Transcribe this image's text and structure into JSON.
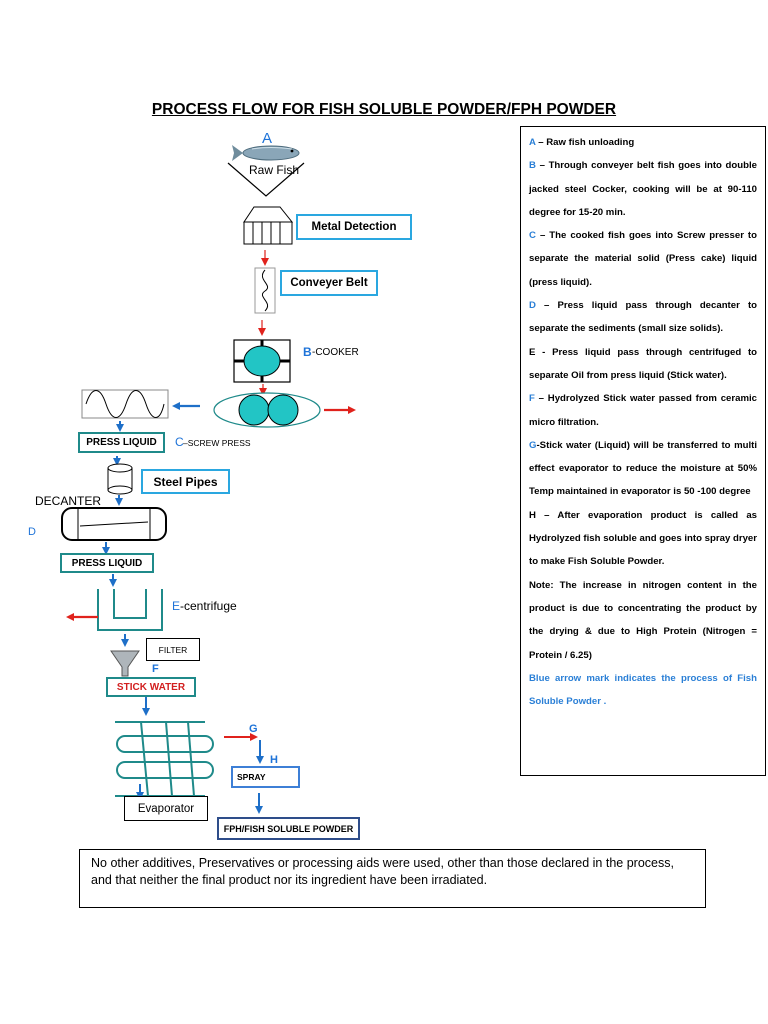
{
  "title": "PROCESS FLOW FOR FISH SOLUBLE POWDER/FPH POWDER",
  "flow": {
    "step_a_letter": "A",
    "raw_fish_label": "Raw Fish",
    "metal_detection": "Metal Detection",
    "conveyer_belt": "Conveyer Belt",
    "cooker_letter": "B",
    "cooker_label": "-COOKER",
    "press_liquid_1": "PRESS LIQUID",
    "screw_letter": "C",
    "screw_label": "–SCREW PRESS",
    "steel_pipes": "Steel Pipes",
    "decanter_label": "DECANTER",
    "d_letter": "D",
    "press_liquid_2": "PRESS LIQUID",
    "e_letter": "E",
    "centrifuge_label": "-centrifuge",
    "filter": "FILTER",
    "f_letter": "F",
    "stick_water": "STICK WATER",
    "g_letter": "G",
    "h_letter": "H",
    "spray": "SPRAY",
    "evaporator": "Evaporator",
    "final_product": "FPH/FISH SOLUBLE POWDER"
  },
  "legend": [
    {
      "key": "A",
      "text": " – Raw fish unloading"
    },
    {
      "key": "B",
      "text": " – Through conveyer belt fish goes into double jacked steel Cocker, cooking will be at 90-110 degree for 15-20 min."
    },
    {
      "key": "C",
      "text": " – The cooked fish goes into Screw presser to separate the material solid (Press cake) liquid (press liquid)."
    },
    {
      "key": "D",
      "text": " – Press liquid pass through decanter to separate the sediments (small size solids)."
    },
    {
      "key": "",
      "text": "E - Press liquid pass through centrifuged to separate Oil from press liquid (Stick water)."
    },
    {
      "key": "F",
      "text": " – Hydrolyzed Stick water passed from ceramic micro filtration."
    },
    {
      "key": "G",
      "text": "-Stick water (Liquid) will be transferred to multi effect evaporator to reduce the moisture at 50% Temp maintained in evaporator is 50 -100 degree"
    },
    {
      "key": "",
      "text": "H – After evaporation product is called as Hydrolyzed fish soluble and goes into spray dryer to make Fish Soluble Powder."
    },
    {
      "key": "",
      "text": "Note: The increase in nitrogen content in the product is due to concentrating the product by the drying & due to High Protein (Nitrogen = Protein / 6.25)"
    }
  ],
  "legend_blue_note": "Blue arrow mark indicates the process of Fish Soluble Powder .",
  "footer_note": "No other additives, Preservatives or processing aids were used, other than those declared in the process, and that neither the final product nor its ingredient have been irradiated.",
  "colors": {
    "teal": "#1f8a8a",
    "cyan_box": "#2aa7e0",
    "blue_arrow": "#1e6fc8",
    "red_arrow": "#e0221c",
    "bubble": "#22c5c5"
  }
}
